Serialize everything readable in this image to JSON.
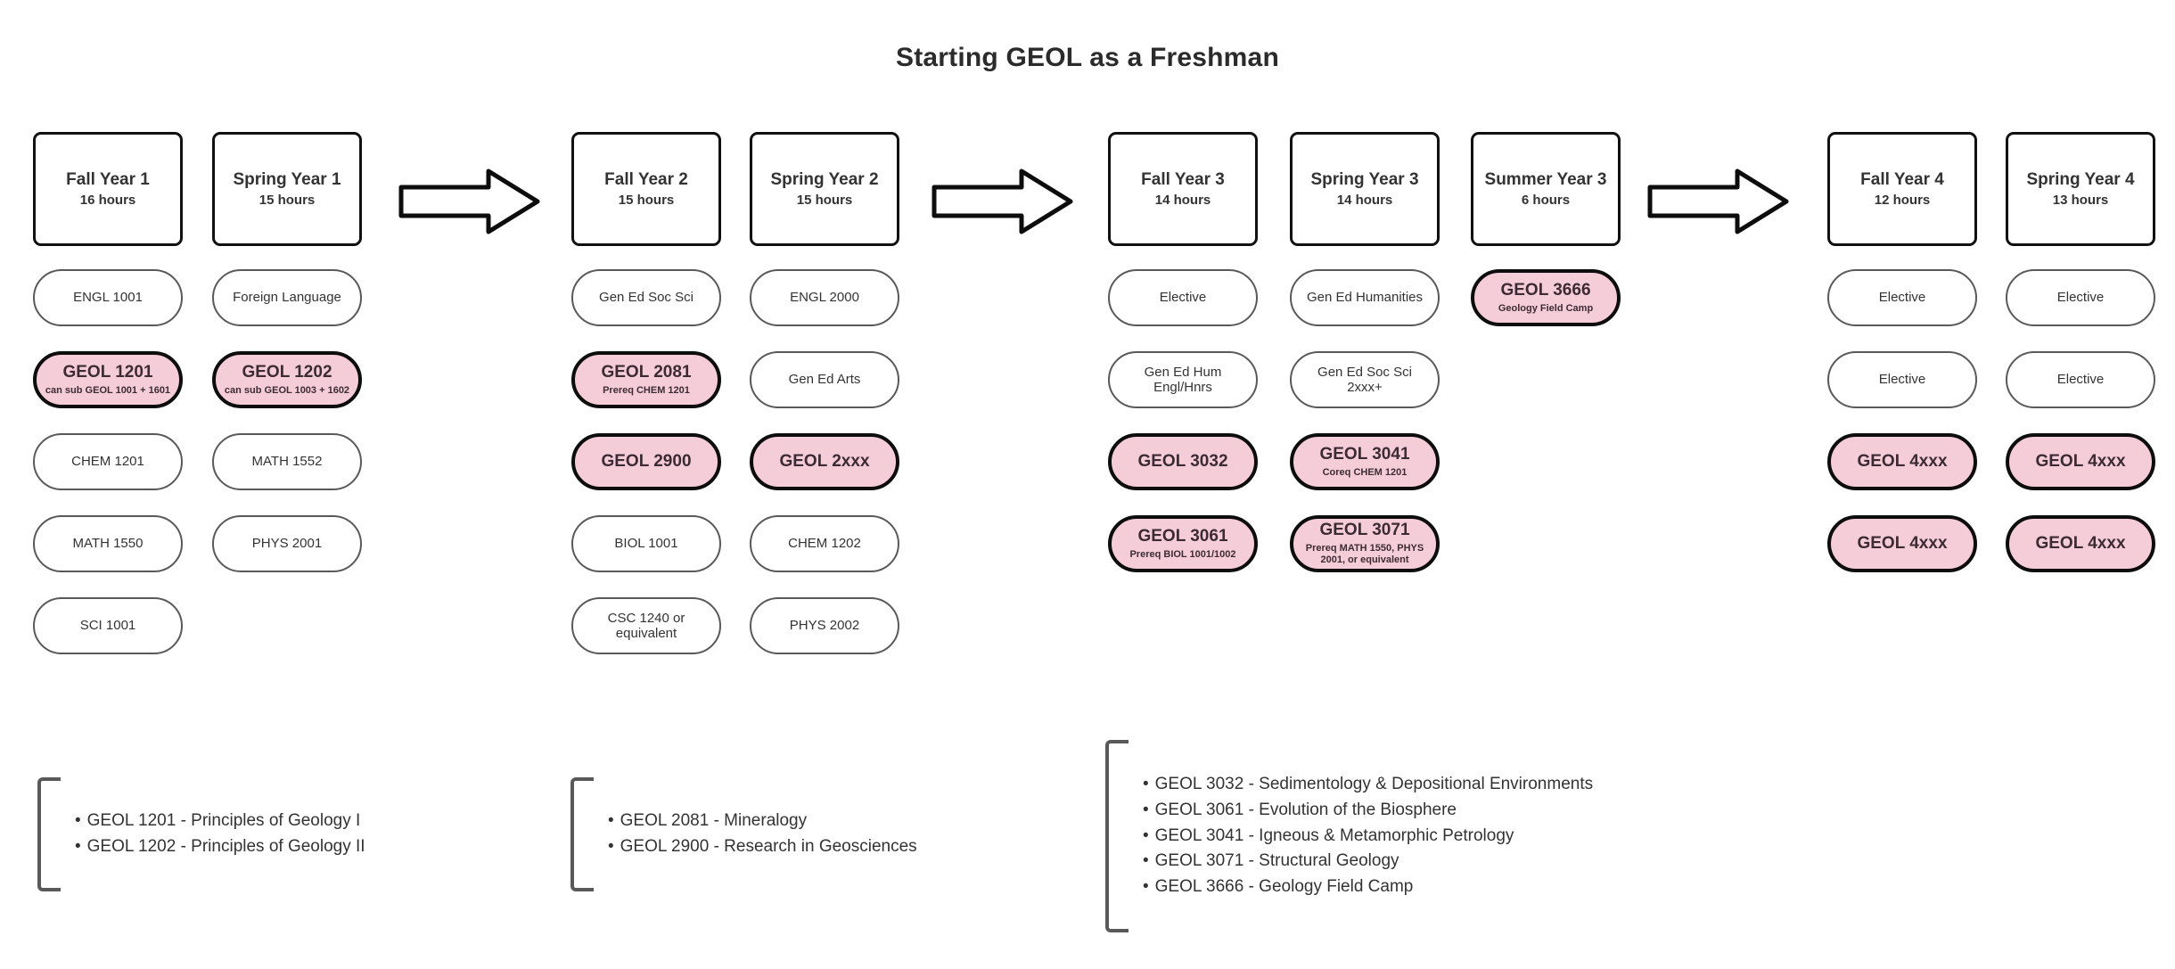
{
  "title": "Starting GEOL as a Freshman",
  "colors": {
    "geol_fill": "#f5cdd9",
    "geol_border": "#0d0d0d",
    "pill_border": "#595959",
    "header_border": "#111111",
    "text": "#333333"
  },
  "columns": [
    {
      "name": "Fall Year 1",
      "hours": "16 hours",
      "courses": [
        {
          "label": "ENGL 1001",
          "sub": "",
          "geol": false
        },
        {
          "label": "GEOL 1201",
          "sub": "can sub GEOL 1001 + 1601",
          "geol": true
        },
        {
          "label": "CHEM 1201",
          "sub": "",
          "geol": false
        },
        {
          "label": "MATH 1550",
          "sub": "",
          "geol": false
        },
        {
          "label": "SCI 1001",
          "sub": "",
          "geol": false
        }
      ]
    },
    {
      "name": "Spring Year 1",
      "hours": "15 hours",
      "courses": [
        {
          "label": "Foreign Language",
          "sub": "",
          "geol": false
        },
        {
          "label": "GEOL 1202",
          "sub": "can sub GEOL 1003 + 1602",
          "geol": true
        },
        {
          "label": "MATH 1552",
          "sub": "",
          "geol": false
        },
        {
          "label": "PHYS 2001",
          "sub": "",
          "geol": false
        }
      ]
    },
    {
      "name": "Fall Year 2",
      "hours": "15 hours",
      "courses": [
        {
          "label": "Gen Ed Soc Sci",
          "sub": "",
          "geol": false
        },
        {
          "label": "GEOL 2081",
          "sub": "Prereq CHEM 1201",
          "geol": true
        },
        {
          "label": "GEOL 2900",
          "sub": "",
          "geol": true
        },
        {
          "label": "BIOL 1001",
          "sub": "",
          "geol": false
        },
        {
          "label": "CSC 1240 or equivalent",
          "sub": "",
          "geol": false
        }
      ]
    },
    {
      "name": "Spring Year 2",
      "hours": "15 hours",
      "courses": [
        {
          "label": "ENGL 2000",
          "sub": "",
          "geol": false
        },
        {
          "label": "Gen Ed Arts",
          "sub": "",
          "geol": false
        },
        {
          "label": "GEOL 2xxx",
          "sub": "",
          "geol": true
        },
        {
          "label": "CHEM 1202",
          "sub": "",
          "geol": false
        },
        {
          "label": "PHYS 2002",
          "sub": "",
          "geol": false
        }
      ]
    },
    {
      "name": "Fall Year 3",
      "hours": "14 hours",
      "courses": [
        {
          "label": "Elective",
          "sub": "",
          "geol": false
        },
        {
          "label": "Gen Ed Hum Engl/Hnrs",
          "sub": "",
          "geol": false
        },
        {
          "label": "GEOL 3032",
          "sub": "",
          "geol": true
        },
        {
          "label": "GEOL 3061",
          "sub": "Prereq BIOL 1001/1002",
          "geol": true
        }
      ]
    },
    {
      "name": "Spring Year 3",
      "hours": "14 hours",
      "courses": [
        {
          "label": "Gen Ed Humanities",
          "sub": "",
          "geol": false
        },
        {
          "label": "Gen Ed Soc Sci 2xxx+",
          "sub": "",
          "geol": false
        },
        {
          "label": "GEOL 3041",
          "sub": "Coreq CHEM 1201",
          "geol": true
        },
        {
          "label": "GEOL 3071",
          "sub": "Prereq MATH 1550, PHYS 2001, or equivalent",
          "geol": true
        }
      ]
    },
    {
      "name": "Summer Year 3",
      "hours": "6 hours",
      "courses": [
        {
          "label": "GEOL 3666",
          "sub": "Geology Field Camp",
          "geol": true
        }
      ]
    },
    {
      "name": "Fall Year 4",
      "hours": "12 hours",
      "courses": [
        {
          "label": "Elective",
          "sub": "",
          "geol": false
        },
        {
          "label": "Elective",
          "sub": "",
          "geol": false
        },
        {
          "label": "GEOL 4xxx",
          "sub": "",
          "geol": true
        },
        {
          "label": "GEOL 4xxx",
          "sub": "",
          "geol": true
        }
      ]
    },
    {
      "name": "Spring Year 4",
      "hours": "13 hours",
      "courses": [
        {
          "label": "Elective",
          "sub": "",
          "geol": false
        },
        {
          "label": "Elective",
          "sub": "",
          "geol": false
        },
        {
          "label": "GEOL 4xxx",
          "sub": "",
          "geol": true
        },
        {
          "label": "GEOL 4xxx",
          "sub": "",
          "geol": true
        }
      ]
    }
  ],
  "arrows": [
    {
      "name": "arrow-year1-to-year2"
    },
    {
      "name": "arrow-year2-to-year3"
    },
    {
      "name": "arrow-year3-to-year4"
    }
  ],
  "legends": [
    {
      "items": [
        "GEOL 1201 - Principles of Geology I",
        "GEOL 1202 - Principles of Geology II"
      ]
    },
    {
      "items": [
        "GEOL 2081 - Mineralogy",
        "GEOL 2900 - Research in Geosciences"
      ]
    },
    {
      "items": [
        "GEOL 3032 - Sedimentology & Depositional Environments",
        "GEOL 3061 - Evolution of the Biosphere",
        "GEOL 3041 - Igneous & Metamorphic Petrology",
        "GEOL 3071 - Structural Geology",
        "GEOL 3666 - Geology Field Camp"
      ]
    }
  ]
}
